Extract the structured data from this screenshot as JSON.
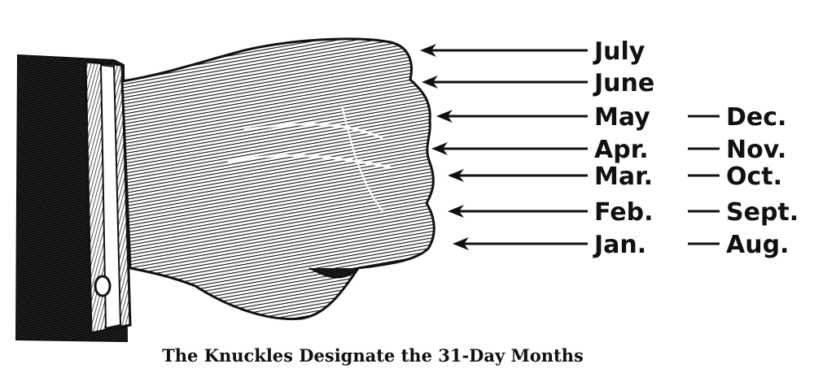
{
  "caption": "The Knuckles Designate the 31-Day Months",
  "rows": [
    {
      "first": "July",
      "second": ""
    },
    {
      "first": "June",
      "second": ""
    },
    {
      "first": "May",
      "second": "Dec."
    },
    {
      "first": "Apr.",
      "second": "Nov."
    },
    {
      "first": "Mar.",
      "second": "Oct."
    },
    {
      "first": "Feb.",
      "second": "Sept."
    },
    {
      "first": "Jan.",
      "second": "Aug."
    }
  ],
  "colors": {
    "ink": "#111111",
    "paper": "#ffffff"
  }
}
